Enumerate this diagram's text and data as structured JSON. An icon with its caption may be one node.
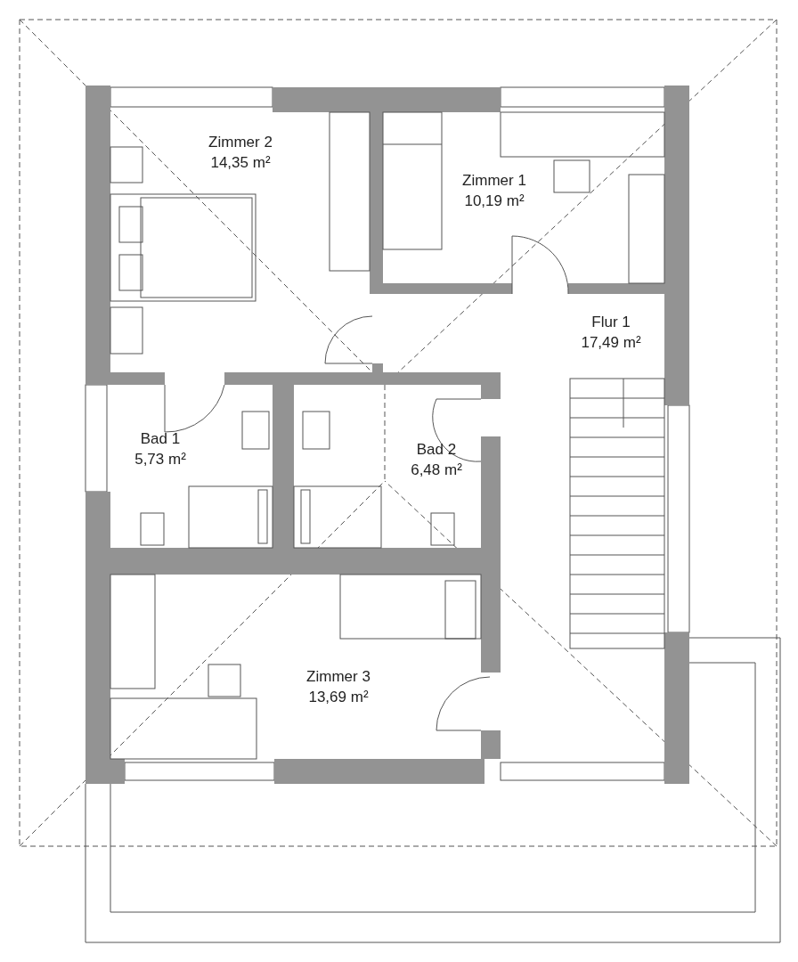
{
  "diagram": {
    "labels": [
      "Zimmer 2",
      "14,35 m²",
      "Zimmer 1",
      "10,19 m²",
      "Flur 1",
      "17,49 m²",
      "Bad 1",
      "5,73 m²",
      "Bad 2",
      "6,48 m²",
      "Zimmer 3",
      "13,69 m²"
    ]
  }
}
